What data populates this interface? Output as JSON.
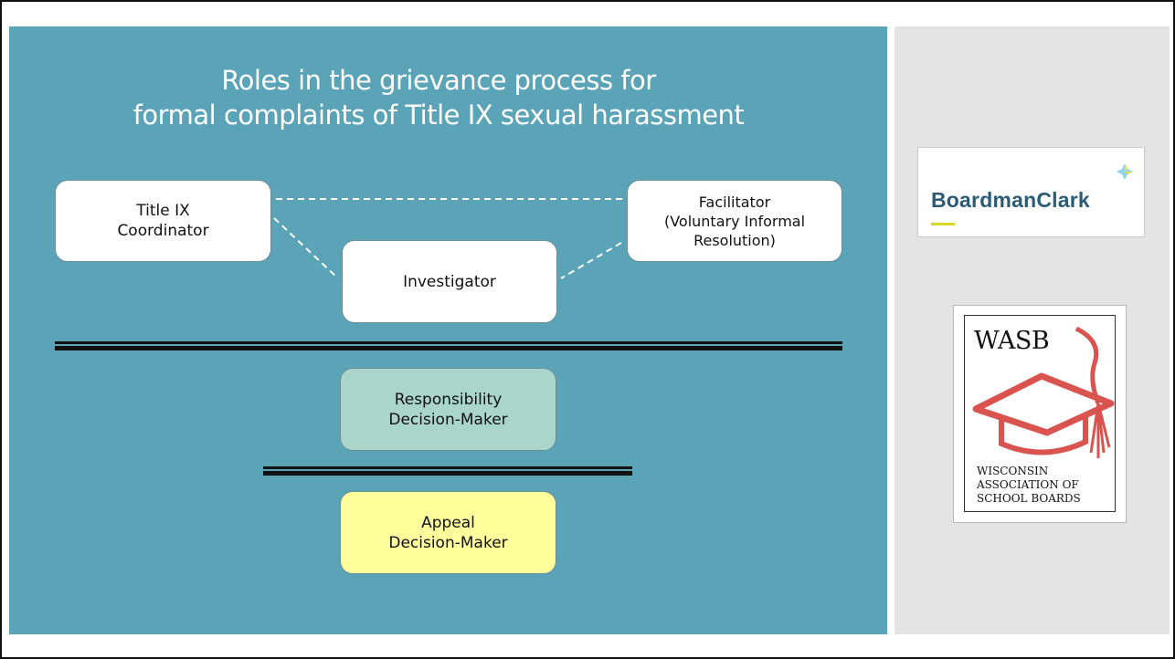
{
  "title": {
    "line1": "Roles in the grievance process for",
    "line2": "formal complaints of Title IX sexual harassment"
  },
  "boxes": {
    "coordinator": [
      "Title IX",
      "Coordinator"
    ],
    "facilitator": [
      "Facilitator",
      "(Voluntary Informal",
      "Resolution)"
    ],
    "investigator": [
      "Investigator"
    ],
    "responsibility": [
      "Responsibility",
      "Decision-Maker"
    ],
    "appeal": [
      "Appeal",
      "Decision-Maker"
    ]
  },
  "logos": {
    "boardmanclark": {
      "text": "BoardmanClark",
      "icon": "sparkle-diamond-icon"
    },
    "wasb": {
      "initials": "WASB",
      "name_lines": [
        "WISCONSIN",
        "ASSOCIATION OF",
        "SCHOOL BOARDS"
      ],
      "icon": "graduation-cap-icon"
    }
  },
  "colors": {
    "main_panel": "#5ba3b6",
    "side_panel": "#e3e3e3",
    "responsibility_fill": "#a9d5cb",
    "appeal_fill": "#ffff9c",
    "boardmanclark_text": "#2b5b75",
    "wasb_cap": "#d9534f"
  }
}
